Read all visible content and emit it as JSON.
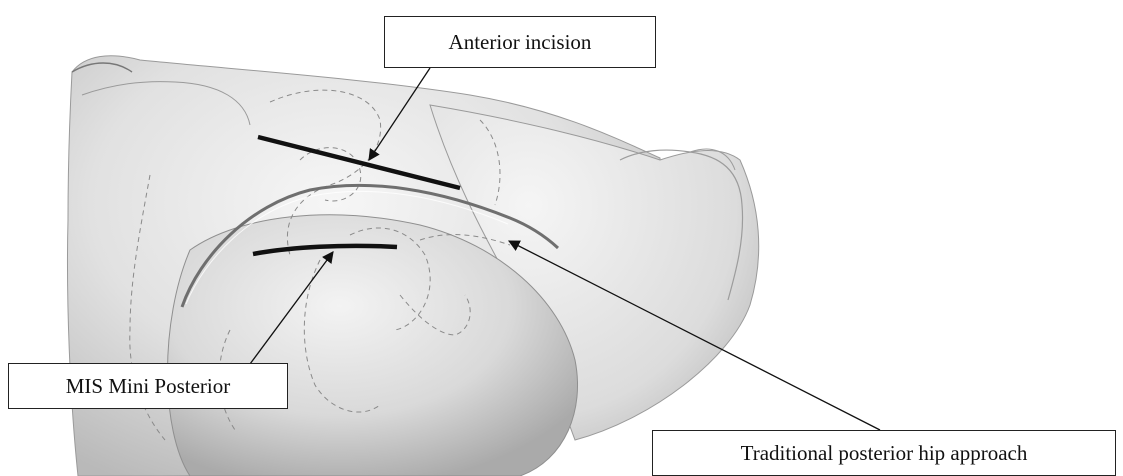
{
  "labels": {
    "anterior": "Anterior incision",
    "mis": "MIS Mini Posterior",
    "traditional": "Traditional posterior hip approach"
  },
  "colors": {
    "skin_light": "#f1f1f1",
    "skin_mid": "#d6d6d6",
    "skin_dark": "#a9a9a9",
    "bone_outline": "#8a8a8a",
    "incision": "#111111",
    "background": "#ffffff"
  }
}
